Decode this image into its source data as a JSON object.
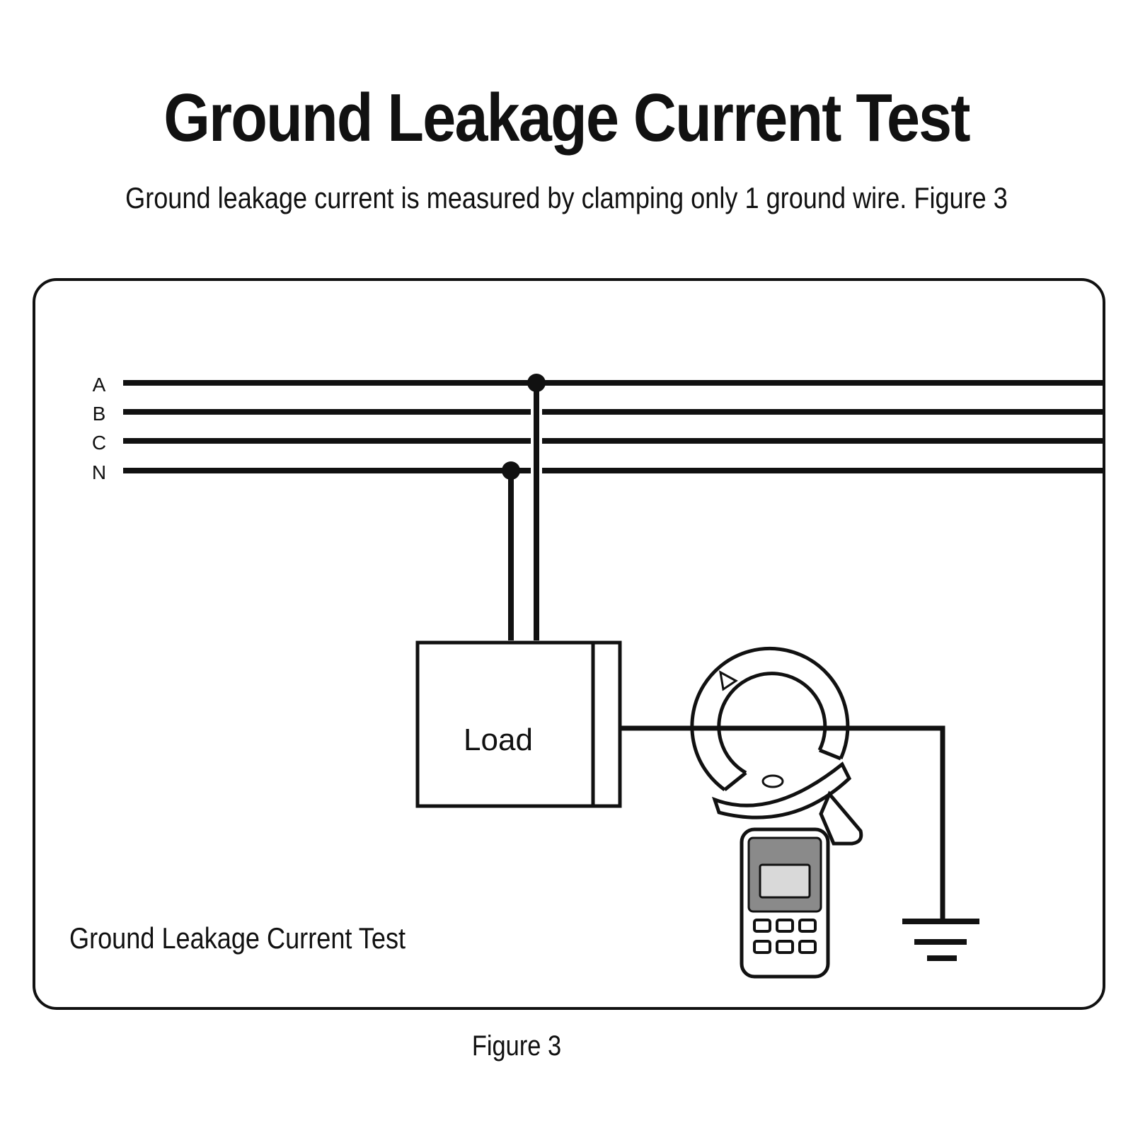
{
  "header": {
    "title": "Ground Leakage Current Test",
    "subtitle": "Ground leakage current is measured by clamping only 1 ground wire. Figure 3"
  },
  "diagram": {
    "lines": [
      {
        "label": "A"
      },
      {
        "label": "B"
      },
      {
        "label": "C"
      },
      {
        "label": "N"
      }
    ],
    "load_label": "Load",
    "inner_caption": "Ground Leakage Current Test",
    "meter_icon": "clamp-meter-icon",
    "ground_icon": "ground-symbol-icon"
  },
  "footer": {
    "figure_label": "Figure 3"
  },
  "colors": {
    "line": "#111111",
    "background": "#ffffff",
    "meter_screen": "#d9d9d9",
    "meter_panel": "#8a8a8a"
  }
}
